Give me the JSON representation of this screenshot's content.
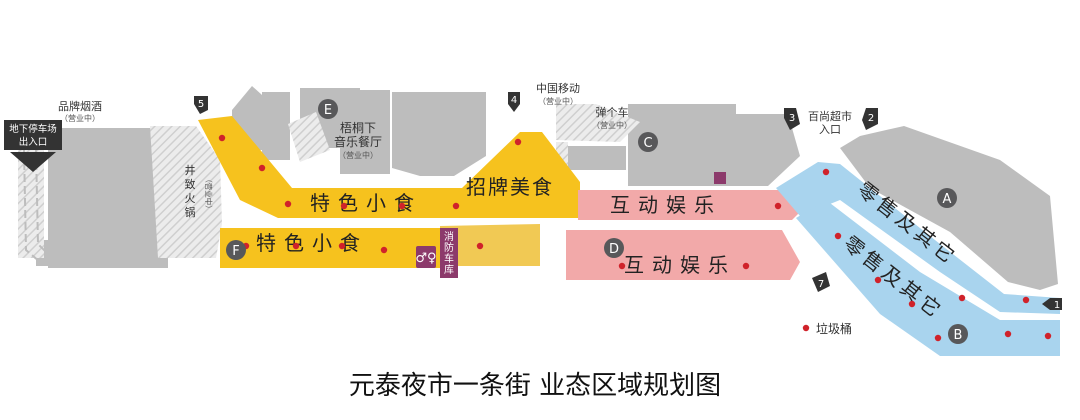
{
  "title": "元泰夜市一条街 业态区域规划图",
  "colors": {
    "food": "#f6c21e",
    "food_light": "#f1c954",
    "entertainment": "#f2a9a9",
    "retail": "#a9d4ee",
    "building": "#bdbdbd",
    "hatch": "#d4d4d4",
    "dot": "#d0222a",
    "badge": "#58585a",
    "entrance": "#333333",
    "restroom": "#8c3a6b"
  },
  "zone_labels": {
    "food_upper": "特色小食",
    "food_lower": "特色小食",
    "signature_food": "招牌美食",
    "entertainment_upper": "互动娱乐",
    "entertainment_lower": "互动娱乐",
    "retail_upper": "零售及其它",
    "retail_lower": "零售及其它"
  },
  "area_badges": {
    "A": "A",
    "B": "B",
    "C": "C",
    "D": "D",
    "E": "E",
    "F": "F"
  },
  "entrances": {
    "e1": "1",
    "e2": "2",
    "e3": "3",
    "e4": "4",
    "e5": "5",
    "e7": "7"
  },
  "places": {
    "parking_line1": "地下停车场",
    "parking_line2": "出入口",
    "tobacco": "品牌烟酒",
    "tobacco_status": "（营业中）",
    "wutong_line1": "梧桐下",
    "wutong_line2": "音乐餐厅",
    "wutong_status": "（营业中）",
    "china_mobile": "中国移动",
    "china_mobile_status": "（营业中）",
    "bumper_car": "弹个车",
    "bumper_car_status": "（营业中）",
    "supermarket_line1": "百尚超市",
    "supermarket_line2": "入口",
    "hotpot_c1": "井",
    "hotpot_c2": "致",
    "hotpot_c3": "火",
    "hotpot_c4": "锅",
    "hotpot_status": "（营业中）",
    "fire_lane_c1": "消",
    "fire_lane_c2": "防",
    "fire_lane_c3": "车",
    "fire_lane_c4": "库"
  },
  "legend": {
    "trash": "垃圾桶"
  }
}
